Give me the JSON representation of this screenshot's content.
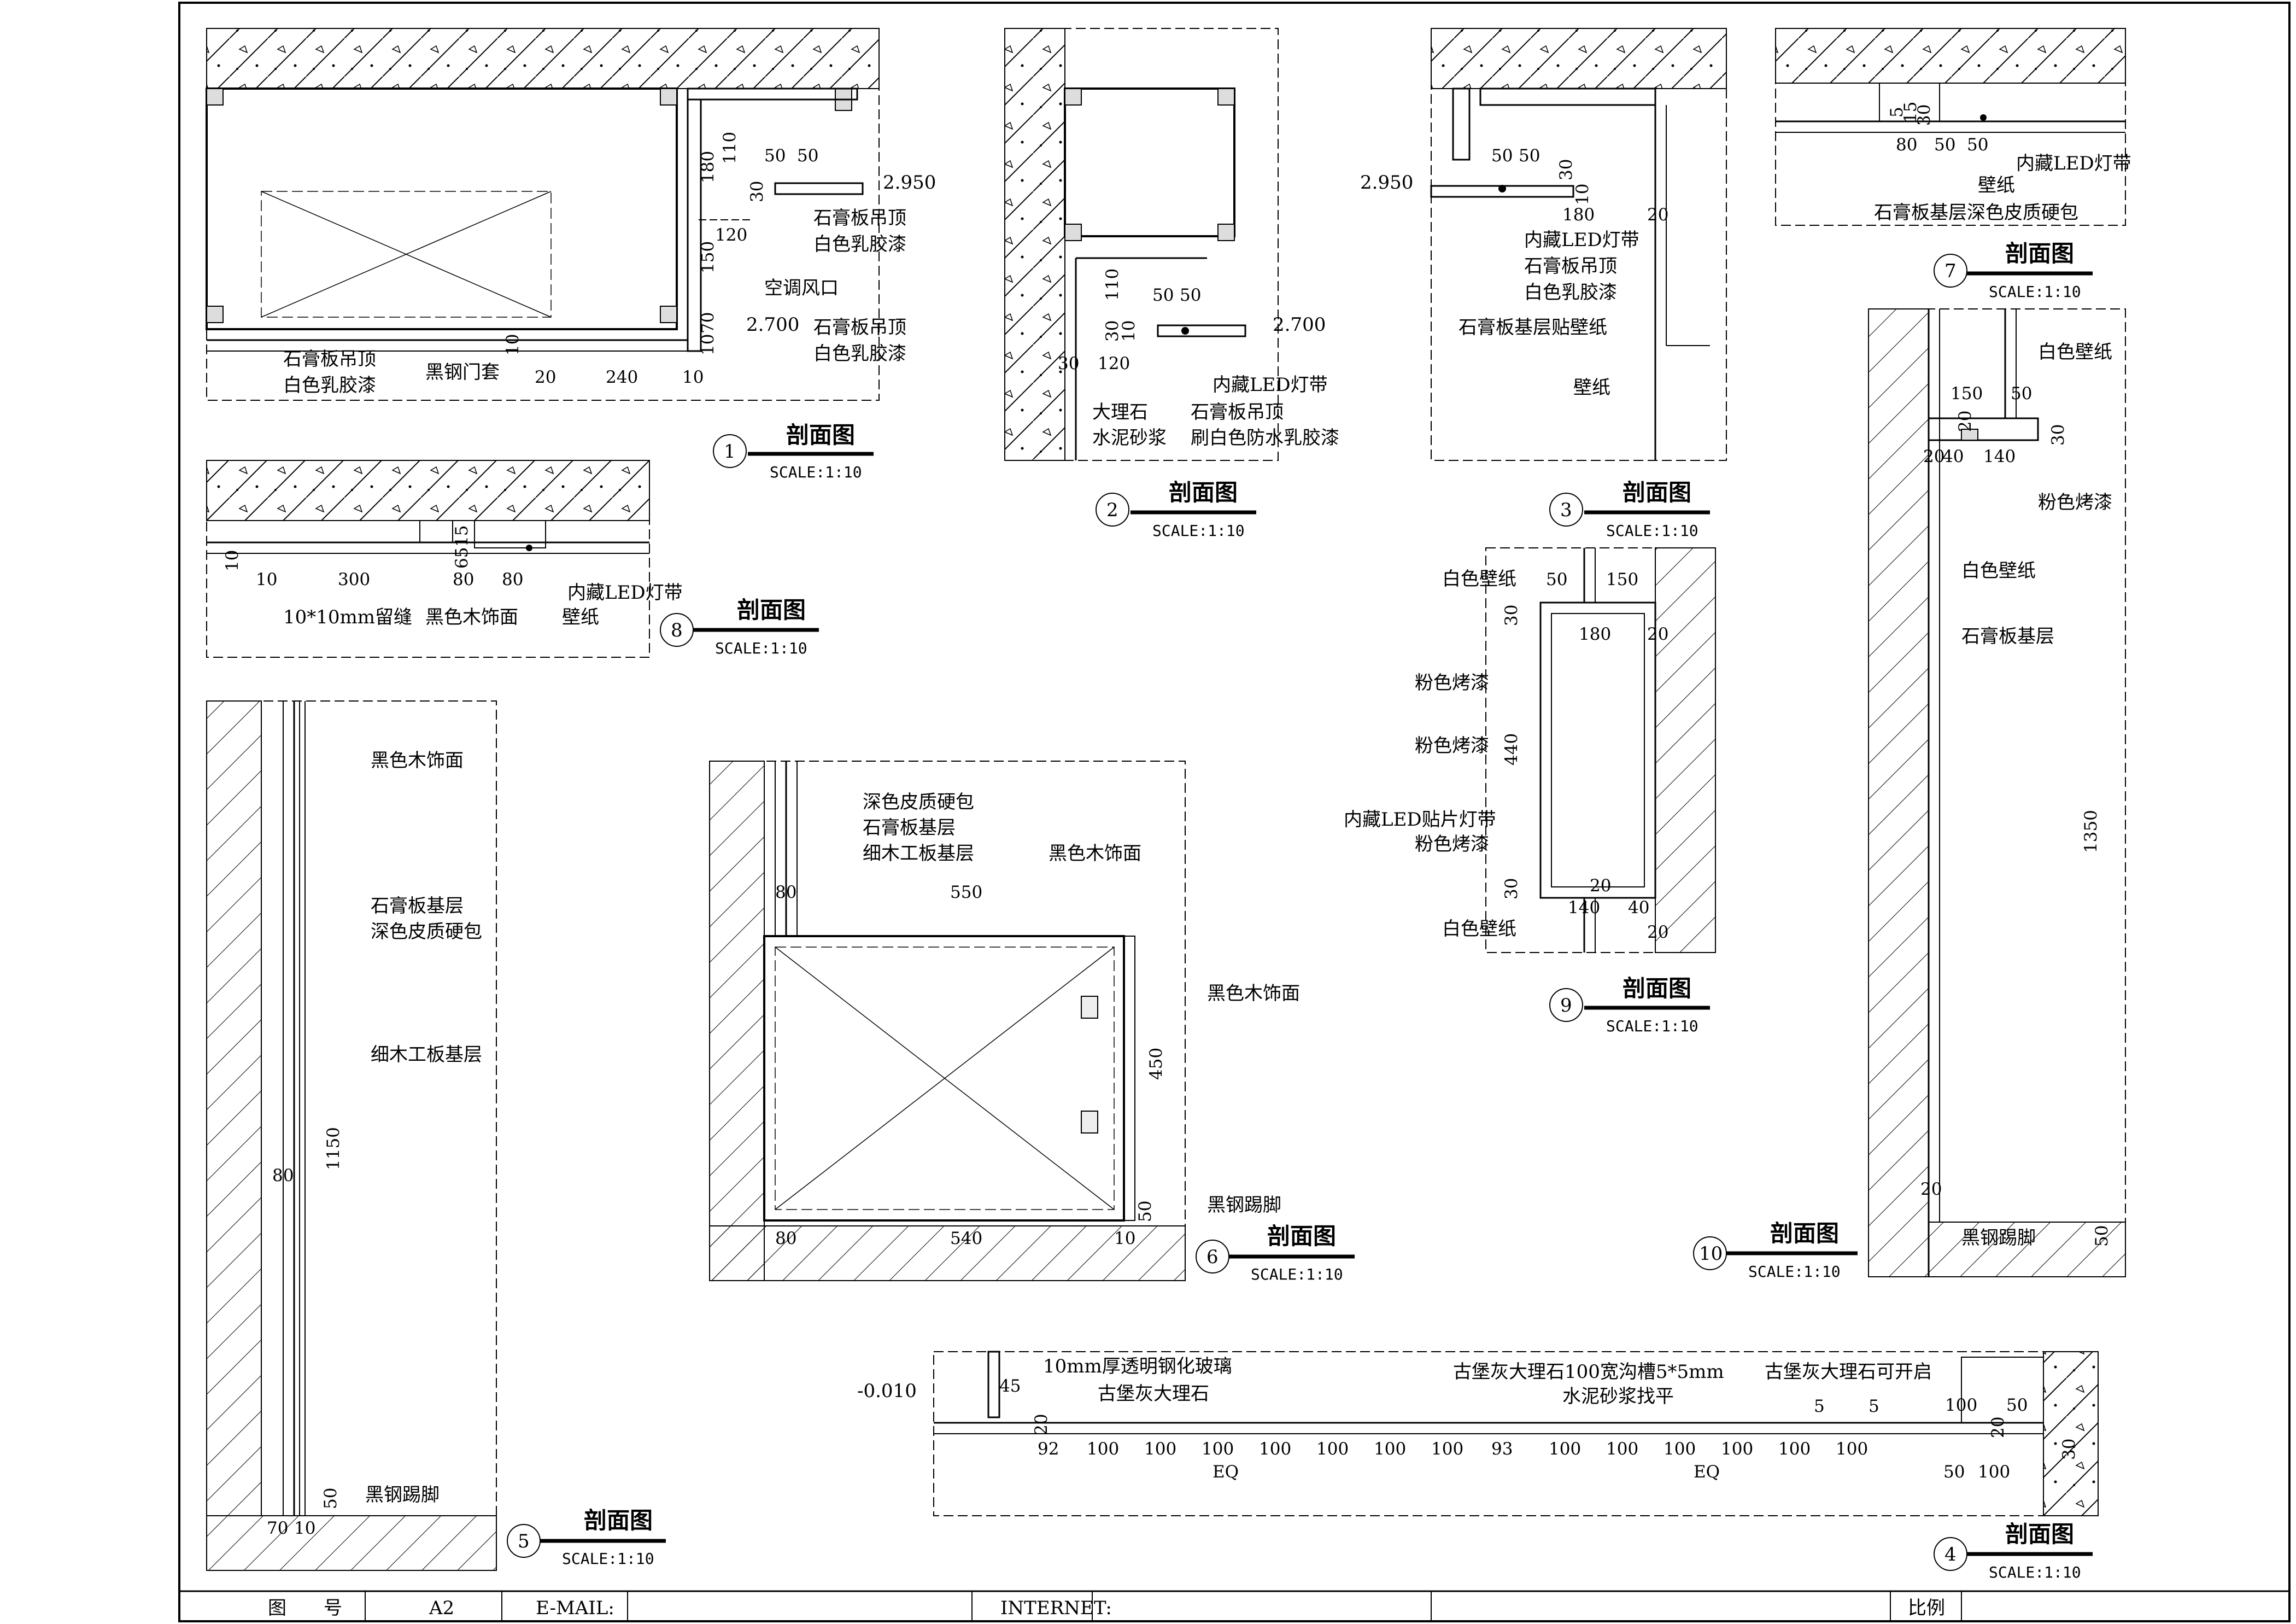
{
  "title_block": {
    "drawing_no_label": "图　　号",
    "sheet": "A2",
    "email_label": "E-MAIL:",
    "internet_label": "INTERNET:",
    "scale_label": "比例"
  },
  "sections": [
    {
      "num": "1",
      "title": "剖面图",
      "scale": "SCALE:1:10"
    },
    {
      "num": "2",
      "title": "剖面图",
      "scale": "SCALE:1:10"
    },
    {
      "num": "3",
      "title": "剖面图",
      "scale": "SCALE:1:10"
    },
    {
      "num": "4",
      "title": "剖面图",
      "scale": "SCALE:1:10"
    },
    {
      "num": "5",
      "title": "剖面图",
      "scale": "SCALE:1:10"
    },
    {
      "num": "6",
      "title": "剖面图",
      "scale": "SCALE:1:10"
    },
    {
      "num": "7",
      "title": "剖面图",
      "scale": "SCALE:1:10"
    },
    {
      "num": "8",
      "title": "剖面图",
      "scale": "SCALE:1:10"
    },
    {
      "num": "9",
      "title": "剖面图",
      "scale": "SCALE:1:10"
    },
    {
      "num": "10",
      "title": "剖面图",
      "scale": "SCALE:1:10"
    }
  ],
  "s1": {
    "notes": [
      "石膏板吊顶",
      "白色乳胶漆",
      "空调风口",
      "石膏板吊顶",
      "白色乳胶漆",
      "石膏板吊顶",
      "白色乳胶漆",
      "黑钢门套"
    ],
    "dims": [
      "180",
      "110",
      "50",
      "50",
      "30",
      "120",
      "150",
      "70",
      "10",
      "10",
      "20",
      "240",
      "10"
    ],
    "levels": [
      "2.950",
      "2.700"
    ]
  },
  "s2": {
    "notes": [
      "内藏LED灯带",
      "大理石",
      "水泥砂浆",
      "石膏板吊顶",
      "刷白色防水乳胶漆"
    ],
    "dims": [
      "110",
      "50",
      "50",
      "30",
      "10",
      "30",
      "120"
    ],
    "level": "2.700"
  },
  "s3": {
    "notes": [
      "内藏LED灯带",
      "石膏板吊顶",
      "白色乳胶漆",
      "石膏板基层贴壁纸",
      "壁纸"
    ],
    "dims": [
      "50",
      "50",
      "30",
      "10",
      "180",
      "20"
    ],
    "level": "2.950"
  },
  "s4": {
    "notes": [
      "10mm厚透明钢化玻璃",
      "古堡灰大理石",
      "古堡灰大理石100宽沟槽5*5mm",
      "水泥砂浆找平",
      "古堡灰大理石可开启"
    ],
    "dims": [
      "45",
      "20",
      "92",
      "100",
      "100",
      "100",
      "100",
      "100",
      "100",
      "100",
      "93",
      "100",
      "100",
      "100",
      "100",
      "100",
      "100",
      "EQ",
      "EQ",
      "5",
      "5",
      "100",
      "50",
      "20",
      "30",
      "50",
      "100"
    ],
    "level": "-0.010"
  },
  "s5": {
    "notes": [
      "黑色木饰面",
      "石膏板基层",
      "深色皮质硬包",
      "细木工板基层",
      "黑钢踢脚"
    ],
    "dims": [
      "1150",
      "80",
      "50",
      "70",
      "10"
    ]
  },
  "s6": {
    "notes": [
      "深色皮质硬包",
      "石膏板基层",
      "细木工板基层",
      "黑色木饰面",
      "黑色木饰面",
      "黑钢踢脚"
    ],
    "dims": [
      "80",
      "550",
      "450",
      "50",
      "80",
      "540",
      "10"
    ]
  },
  "s7": {
    "notes": [
      "内藏LED灯带",
      "壁纸",
      "石膏板基层深色皮质硬包"
    ],
    "dims": [
      "5",
      "15",
      "30",
      "80",
      "50",
      "50"
    ]
  },
  "s8": {
    "notes": [
      "内藏LED灯带",
      "壁纸",
      "10*10mm留缝",
      "黑色木饰面"
    ],
    "dims": [
      "10",
      "300",
      "15",
      "65",
      "80",
      "80",
      "10"
    ]
  },
  "s9": {
    "notes": [
      "白色壁纸",
      "粉色烤漆",
      "粉色烤漆",
      "内藏LED贴片灯带",
      "粉色烤漆",
      "白色壁纸"
    ],
    "dims": [
      "50",
      "150",
      "30",
      "180",
      "20",
      "440",
      "30",
      "20",
      "140",
      "40",
      "20"
    ]
  },
  "s10": {
    "notes": [
      "白色壁纸",
      "粉色烤漆",
      "白色壁纸",
      "石膏板基层",
      "黑钢踢脚"
    ],
    "dims": [
      "150",
      "50",
      "20",
      "30",
      "20",
      "40",
      "140",
      "1350",
      "20",
      "50"
    ]
  }
}
